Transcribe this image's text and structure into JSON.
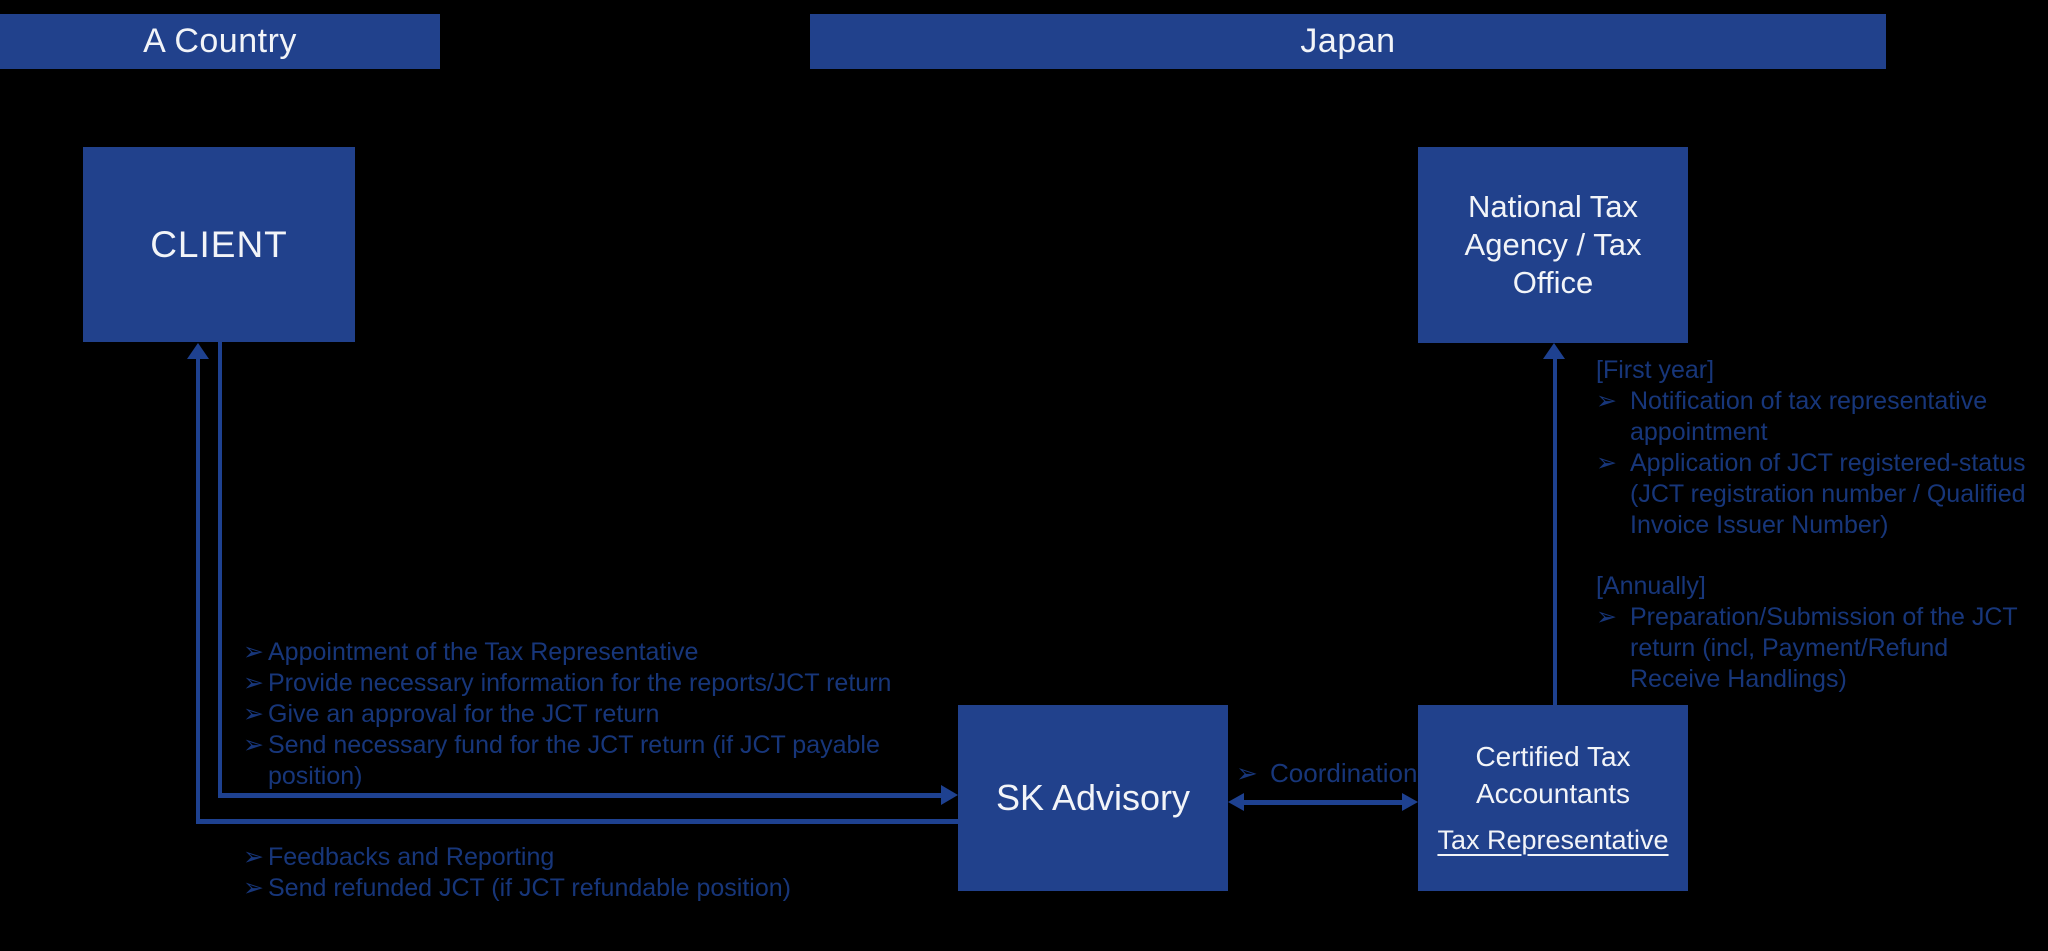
{
  "colors": {
    "background": "#000000",
    "box_fill": "#21418c",
    "box_text": "#f2f4f8",
    "note_text": "#17367a",
    "line": "#1e4190"
  },
  "icons": {
    "bullet": "➢"
  },
  "regions": {
    "a_country": "A Country",
    "japan": "Japan"
  },
  "boxes": {
    "client": {
      "label": "CLIENT"
    },
    "national_tax": {
      "lines": [
        "National Tax",
        "Agency / Tax",
        "Office"
      ]
    },
    "sk_advisory": {
      "label": "SK Advisory"
    },
    "certified": {
      "lines": [
        "Certified Tax",
        "Accountants"
      ],
      "role": "Tax Representative"
    }
  },
  "client_to_sk": {
    "items": [
      {
        "lines": [
          "Appointment of the Tax Representative"
        ]
      },
      {
        "lines": [
          "Provide necessary information for the reports/JCT return"
        ]
      },
      {
        "lines": [
          "Give an approval for the JCT return"
        ]
      },
      {
        "lines": [
          "Send necessary fund for the JCT return (if JCT payable",
          "position)"
        ]
      }
    ]
  },
  "sk_to_client": {
    "items": [
      {
        "lines": [
          "Feedbacks and Reporting"
        ]
      },
      {
        "lines": [
          "Send refunded JCT (if JCT refundable position)"
        ]
      }
    ]
  },
  "tax_office_notes": {
    "first_year_label": "[First year]",
    "first_year_items": [
      {
        "lines": [
          "Notification of tax representative",
          "appointment"
        ]
      },
      {
        "lines": [
          "Application of JCT registered-status",
          "(JCT registration number / Qualified",
          "Invoice Issuer Number)"
        ]
      }
    ],
    "annually_label": "[Annually]",
    "annually_items": [
      {
        "lines": [
          "Preparation/Submission of the JCT",
          "return (incl, Payment/Refund",
          "Receive Handlings)"
        ]
      }
    ]
  },
  "labels": {
    "coordination": "Coordination"
  }
}
